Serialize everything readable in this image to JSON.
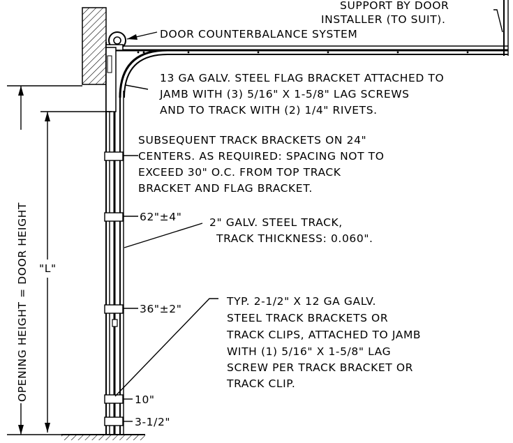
{
  "labels": {
    "support_line1": "SUPPORT BY DOOR",
    "support_line2": "INSTALLER (TO SUIT).",
    "counterbalance": "DOOR COUNTERBALANCE SYSTEM",
    "flag_line1": "13 GA GALV. STEEL FLAG BRACKET ATTACHED TO",
    "flag_line2": "JAMB WITH (3) 5/16\" X 1-5/8\" LAG SCREWS",
    "flag_line3": "AND TO TRACK WITH (2) 1/4\" RIVETS.",
    "subseq_line1": "SUBSEQUENT TRACK BRACKETS ON 24\"",
    "subseq_line2": "CENTERS.  AS REQUIRED: SPACING NOT TO",
    "subseq_line3": "EXCEED 30\" O.C. FROM TOP TRACK",
    "subseq_line4": "BRACKET AND FLAG BRACKET.",
    "track_line1": "2\" GALV. STEEL TRACK,",
    "track_line2": "TRACK THICKNESS: 0.060\".",
    "typ_line1": "TYP. 2-1/2\" X 12 GA GALV.",
    "typ_line2": "STEEL TRACK BRACKETS OR",
    "typ_line3": "TRACK CLIPS, ATTACHED TO JAMB",
    "typ_line4": "WITH (1) 5/16\" X 1-5/8\" LAG",
    "typ_line5": "SCREW PER TRACK BRACKET OR",
    "typ_line6": "TRACK CLIP.",
    "opening_height": "OPENING HEIGHT = DOOR HEIGHT",
    "l_dim": "\"L\""
  },
  "dimensions": {
    "d62": "62\"±4\"",
    "d36": "36\"±2\"",
    "d10": "10\"",
    "d3": "3-1/2\""
  }
}
